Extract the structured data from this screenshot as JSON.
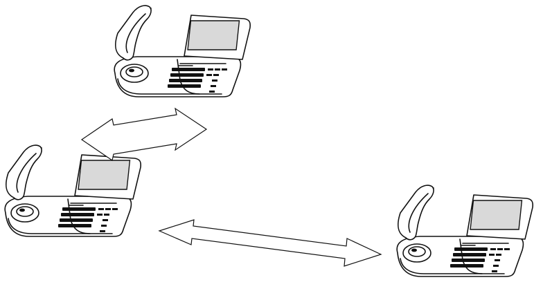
{
  "diagram": {
    "nodes": [
      {
        "id": "phone-top",
        "icon": "desk-phone-icon"
      },
      {
        "id": "phone-left",
        "icon": "desk-phone-icon"
      },
      {
        "id": "phone-right",
        "icon": "desk-phone-icon"
      }
    ],
    "links": [
      {
        "from": "phone-top",
        "to": "phone-left",
        "style": "double-arrow"
      },
      {
        "from": "phone-left",
        "to": "phone-right",
        "style": "double-arrow"
      }
    ],
    "colors": {
      "line": "#111111",
      "screen": "#d9d9d9",
      "background": "#ffffff"
    }
  }
}
